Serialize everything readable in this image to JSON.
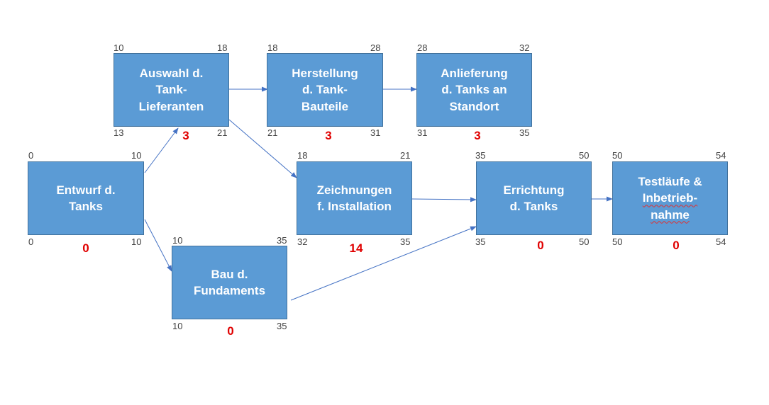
{
  "colors": {
    "box": "#5b9bd5",
    "border": "#41719c",
    "arrow": "#4472c4",
    "slack": "#e00000"
  },
  "nodes": {
    "entwurf": {
      "label": "Entwurf d.\nTanks",
      "es": "0",
      "ef": "10",
      "ls": "0",
      "lf": "10",
      "slack": "0"
    },
    "auswahl": {
      "label": "Auswahl d.\nTank-\nLieferanten",
      "es": "10",
      "ef": "18",
      "ls": "13",
      "lf": "21",
      "slack": "3"
    },
    "herstellung": {
      "label": "Herstellung\nd. Tank-\nBauteile",
      "es": "18",
      "ef": "28",
      "ls": "21",
      "lf": "31",
      "slack": "3"
    },
    "anlieferung": {
      "label": "Anlieferung\nd. Tanks an\nStandort",
      "es": "28",
      "ef": "32",
      "ls": "31",
      "lf": "35",
      "slack": "3"
    },
    "zeichnungen": {
      "label": "Zeichnungen\nf. Installation",
      "es": "18",
      "ef": "21",
      "ls": "32",
      "lf": "35",
      "slack": "14"
    },
    "bau": {
      "label": "Bau d.\nFundaments",
      "es": "10",
      "ef": "35",
      "ls": "10",
      "lf": "35",
      "slack": "0"
    },
    "errichtung": {
      "label": "Errichtung\nd. Tanks",
      "es": "35",
      "ef": "50",
      "ls": "35",
      "lf": "50",
      "slack": "0"
    },
    "testlaeufe": {
      "label_line1": "Testläufe &",
      "label_line2": "Inbetrieb-",
      "label_line3": "nahme",
      "es": "50",
      "ef": "54",
      "ls": "50",
      "lf": "54",
      "slack": "0"
    }
  }
}
